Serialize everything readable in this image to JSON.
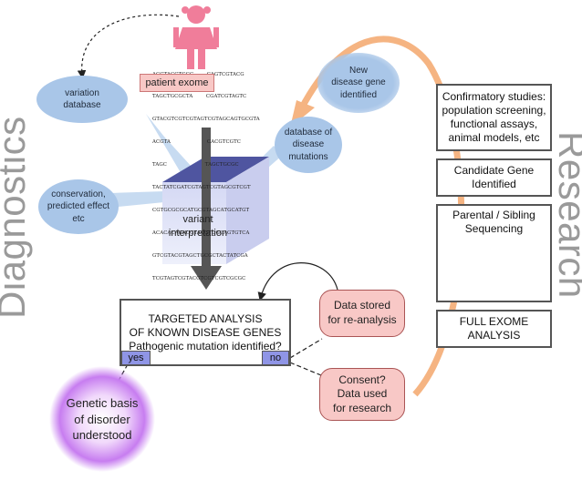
{
  "labels": {
    "diagnostics": "Diagnostics",
    "research": "Research"
  },
  "patient_exome": "patient exome",
  "sequence_lines": [
    "ACGTACGTCGC        CAGTCGTACG",
    "TAGCTGCGCTA        CGATCGTAGTC",
    "GTACGTCGTCGTAGTCGTAGCAGTGCGTA",
    "ACGTA                      CACGTCGTC",
    "TAGC                       TAGCTGCGC",
    "TACTATCGATCGTAGTCGTAGCGTCGT",
    "CGTGCGCGCATGCGTAGCATGCATGT",
    "ACACACACACGTACGTCGCAGTGTCA",
    "GTCGTACGTAGCTGCGCTACTATCGA",
    "TCGTAGTCGTACGTCGTCGTCGCGC"
  ],
  "ellipses": {
    "variation_database": "variation\ndatabase",
    "conservation": "conservation,\npredicted effect\netc",
    "disease_mutations": "database of\ndisease\nmutations",
    "new_gene": "New\ndisease gene\nidentified"
  },
  "cube_label": "variant\ninterpretation",
  "targeted_box": {
    "line1": "TARGETED ANALYSIS",
    "line2": "OF KNOWN DISEASE GENES",
    "line3": "Pathogenic mutation identified?",
    "yes": "yes",
    "no": "no"
  },
  "data_stored": "Data stored\nfor re-analysis",
  "consent": "Consent?\nData used\nfor research",
  "genetic_basis": "Genetic basis\nof disorder\nunderstood",
  "research_boxes": {
    "confirmatory": "Confirmatory studies:\npopulation screening,\nfunctional assays,\nanimal models, etc",
    "candidate": "Candidate Gene\nIdentified",
    "parental": "Parental / Sibling\nSequencing",
    "full_exome": "FULL EXOME\nANALYSIS"
  },
  "colors": {
    "pink_figure": "#f07d9a",
    "ellipse_blue": "#a9c6e8",
    "orange_arrow": "#f5b482",
    "cube_top": "#4f55a0",
    "purple_glow": "#c77df0",
    "grey_text": "#9a9a9a"
  }
}
